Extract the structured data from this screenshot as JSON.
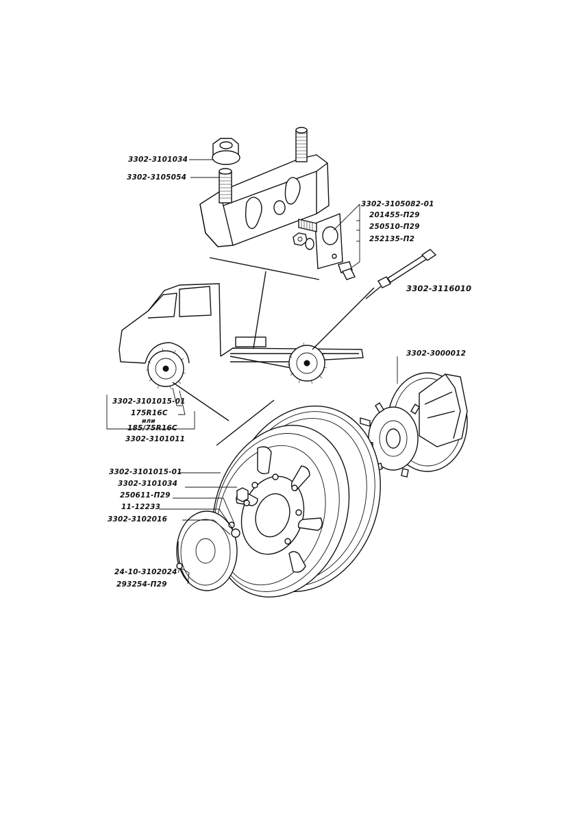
{
  "labels": {
    "nut_top": "3302-3101034",
    "stud_top": "3302-3105054",
    "bracket": "3302-3105082-01",
    "bolt1": "201455-П29",
    "washer": "250510-П29",
    "bolt2": "252135-П2",
    "tool": "3302-3116010",
    "hub_assembly": "3302-3000012",
    "wheel_top": "3302-3101015-01",
    "tire_size1": "175R16C",
    "tire_or": "или",
    "tire_size2": "185/75R16C",
    "wheel_bottom": "3302-3101011",
    "rim": "3302-3101015-01",
    "wheel_nut": "3302-3101034",
    "washer2": "250611-П29",
    "plug": "11-12233",
    "cap": "3302-3102016",
    "clip": "24-10-3102024",
    "screw": "293254-П29"
  }
}
